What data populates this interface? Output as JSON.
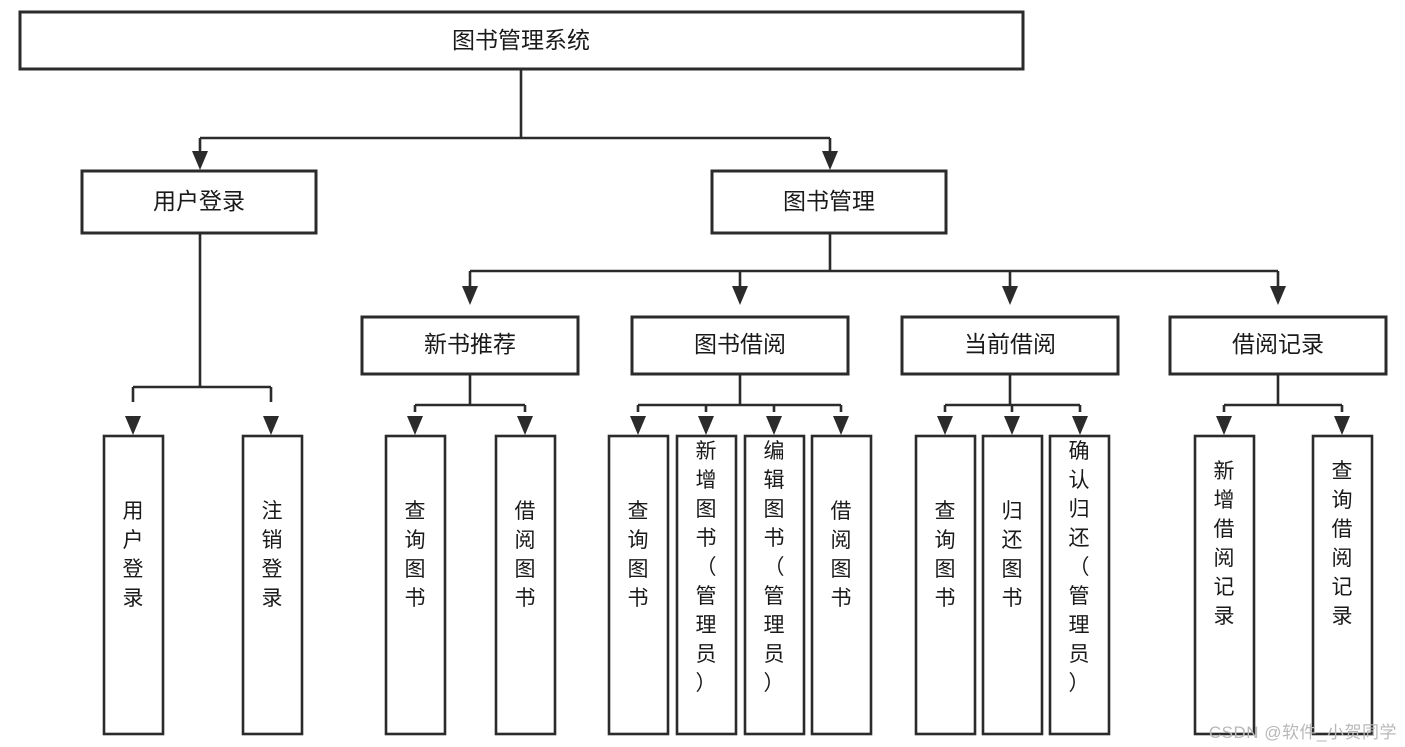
{
  "diagram": {
    "type": "tree-hierarchy-chart",
    "title": "图书管理系统",
    "colors": {
      "box_stroke": "#2b2b2b",
      "box_fill": "#ffffff",
      "text": "#1a1a1a",
      "background": "#ffffff",
      "watermark": "#b8b8b8"
    },
    "root": {
      "label": "图书管理系统"
    },
    "level2": [
      {
        "id": "user-login",
        "label": "用户登录"
      },
      {
        "id": "book-management",
        "label": "图书管理"
      }
    ],
    "level3": [
      {
        "id": "new-book-recommend",
        "label": "新书推荐",
        "parent": "book-management"
      },
      {
        "id": "book-borrow",
        "label": "图书借阅",
        "parent": "book-management"
      },
      {
        "id": "current-borrow",
        "label": "当前借阅",
        "parent": "book-management"
      },
      {
        "id": "borrow-record",
        "label": "借阅记录",
        "parent": "book-management"
      }
    ],
    "leaves": {
      "user-login": [
        {
          "id": "leaf-user-login",
          "label": "用户登录"
        },
        {
          "id": "leaf-user-logout",
          "label": "注销登录"
        }
      ],
      "new-book-recommend": [
        {
          "id": "leaf-query-book-1",
          "label": "查询图书"
        },
        {
          "id": "leaf-borrow-book-1",
          "label": "借阅图书"
        }
      ],
      "book-borrow": [
        {
          "id": "leaf-query-book-2",
          "label": "查询图书"
        },
        {
          "id": "leaf-add-book",
          "label": "新增图书（管理员）"
        },
        {
          "id": "leaf-edit-book",
          "label": "编辑图书（管理员）"
        },
        {
          "id": "leaf-borrow-book-2",
          "label": "借阅图书"
        }
      ],
      "current-borrow": [
        {
          "id": "leaf-query-book-3",
          "label": "查询图书"
        },
        {
          "id": "leaf-return-book",
          "label": "归还图书"
        },
        {
          "id": "leaf-confirm-return",
          "label": "确认归还（管理员）"
        }
      ],
      "borrow-record": [
        {
          "id": "leaf-add-record",
          "label": "新增借阅记录"
        },
        {
          "id": "leaf-query-record",
          "label": "查询借阅记录"
        }
      ]
    }
  },
  "watermark": {
    "text": "CSDN @软件_小贺同学"
  }
}
